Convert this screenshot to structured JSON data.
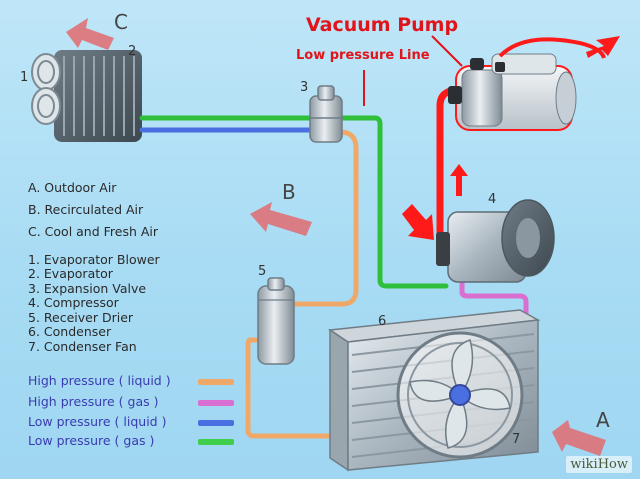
{
  "title": "Vacuum Pump",
  "line_label": "Low pressure Line",
  "airflow": {
    "A": "A",
    "B": "B",
    "C": "C"
  },
  "air_legend": [
    "A. Outdoor Air",
    "B. Recirculated Air",
    "C. Cool and Fresh Air"
  ],
  "components": [
    "1. Evaporator Blower",
    "2. Evaporator",
    "3. Expansion Valve",
    "4. Compressor",
    "5. Receiver Drier",
    "6. Condenser",
    "7. Condenser Fan"
  ],
  "component_numbers": [
    "1",
    "2",
    "3",
    "4",
    "5",
    "6",
    "7"
  ],
  "pressure_legend": [
    {
      "label": "High pressure ( liquid )",
      "color": "#f0a868"
    },
    {
      "label": "High pressure ( gas )",
      "color": "#d96fd0"
    },
    {
      "label": "Low pressure ( liquid )",
      "color": "#4a6fe0"
    },
    {
      "label": "Low pressure ( gas )",
      "color": "#3fcf4a"
    }
  ],
  "pipe_colors": {
    "high_liquid": "#f0a868",
    "high_gas": "#d96fd0",
    "low_liquid": "#4a6fe0",
    "low_gas": "#2fbf3a",
    "vacuum_line": "#ff1a1a"
  },
  "watermark": "wikiHow"
}
